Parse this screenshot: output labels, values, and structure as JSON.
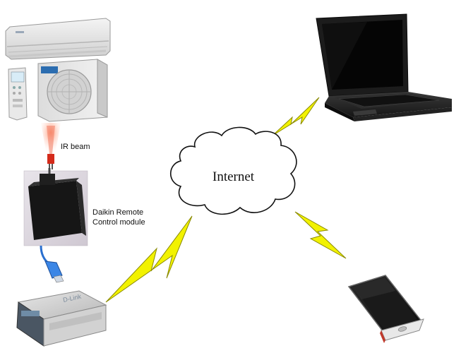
{
  "labels": {
    "ir_beam": "IR beam",
    "remote_module_line1": "Daikin Remote",
    "remote_module_line2": "Control module",
    "cloud": "Internet"
  },
  "colors": {
    "lightning": "#f2f200",
    "lightning_stroke": "#8a8a00",
    "ir_beam": "#e03020",
    "cable": "#2a6fcf"
  },
  "icons": {
    "indoor_unit": "ac-indoor-unit-icon",
    "outdoor_unit": "ac-outdoor-unit-icon",
    "remote": "ir-remote-icon",
    "module": "remote-control-module-icon",
    "router": "router-icon",
    "laptop": "laptop-icon",
    "phone": "smartphone-icon",
    "cloud": "internet-cloud-icon"
  }
}
